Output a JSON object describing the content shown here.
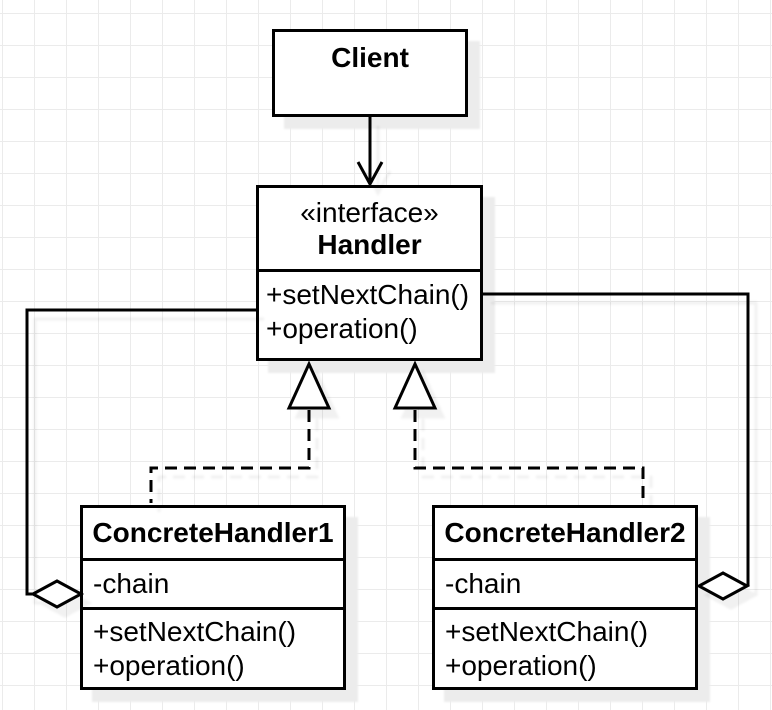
{
  "classes": {
    "client": {
      "name": "Client"
    },
    "handler": {
      "stereotype": "«interface»",
      "name": "Handler",
      "methods": [
        "+setNextChain()",
        "+operation()"
      ]
    },
    "concreteHandler1": {
      "name": "ConcreteHandler1",
      "attributes": [
        "-chain"
      ],
      "methods": [
        "+setNextChain()",
        "+operation()"
      ]
    },
    "concreteHandler2": {
      "name": "ConcreteHandler2",
      "attributes": [
        "-chain"
      ],
      "methods": [
        "+setNextChain()",
        "+operation()"
      ]
    }
  },
  "relationships": [
    {
      "from": "Client",
      "to": "Handler",
      "type": "directed-association",
      "line": "solid",
      "end": "open-arrow"
    },
    {
      "from": "ConcreteHandler1",
      "to": "Handler",
      "type": "realization",
      "line": "dashed",
      "end": "hollow-triangle"
    },
    {
      "from": "ConcreteHandler2",
      "to": "Handler",
      "type": "realization",
      "line": "dashed",
      "end": "hollow-triangle"
    },
    {
      "from": "Handler",
      "to": "ConcreteHandler1",
      "type": "aggregation",
      "line": "solid",
      "end": "hollow-diamond"
    },
    {
      "from": "Handler",
      "to": "ConcreteHandler2",
      "type": "aggregation",
      "line": "solid",
      "end": "hollow-diamond"
    }
  ],
  "colors": {
    "stroke": "#000000",
    "fill": "#ffffff",
    "shadow": "#ececec",
    "grid": "#ebebeb",
    "background": "#ffffff"
  }
}
